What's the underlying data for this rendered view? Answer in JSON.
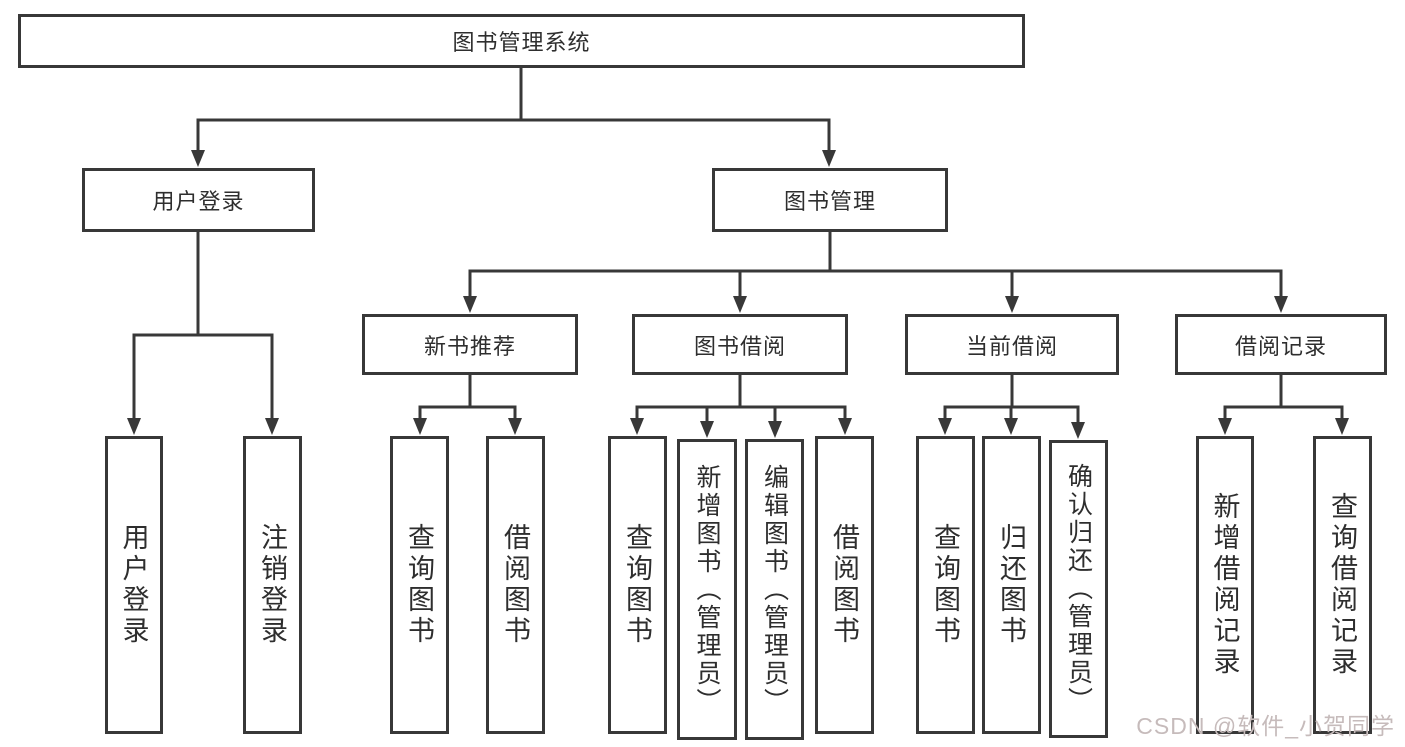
{
  "diagram": {
    "title": "图书管理系统",
    "colors": {
      "line": "#383838",
      "box_border": "#383838",
      "text": "#2e2e2e",
      "background": "#ffffff",
      "watermark": "#c6bbbb"
    },
    "tree": {
      "root": {
        "label": "图书管理系统",
        "children": [
          {
            "label": "用户登录",
            "children": [
              {
                "label": "用户登录"
              },
              {
                "label": "注销登录"
              }
            ]
          },
          {
            "label": "图书管理",
            "children": [
              {
                "label": "新书推荐",
                "children": [
                  {
                    "label": "查询图书"
                  },
                  {
                    "label": "借阅图书"
                  }
                ]
              },
              {
                "label": "图书借阅",
                "children": [
                  {
                    "label": "查询图书"
                  },
                  {
                    "label": "新增图书（管理员）"
                  },
                  {
                    "label": "编辑图书（管理员）"
                  },
                  {
                    "label": "借阅图书"
                  }
                ]
              },
              {
                "label": "当前借阅",
                "children": [
                  {
                    "label": "查询图书"
                  },
                  {
                    "label": "归还图书"
                  },
                  {
                    "label": "确认归还（管理员）"
                  }
                ]
              },
              {
                "label": "借阅记录",
                "children": [
                  {
                    "label": "新增借阅记录"
                  },
                  {
                    "label": "查询借阅记录"
                  }
                ]
              }
            ]
          }
        ]
      }
    },
    "watermark": {
      "text": "CSDN @软件_小贺同学"
    }
  }
}
